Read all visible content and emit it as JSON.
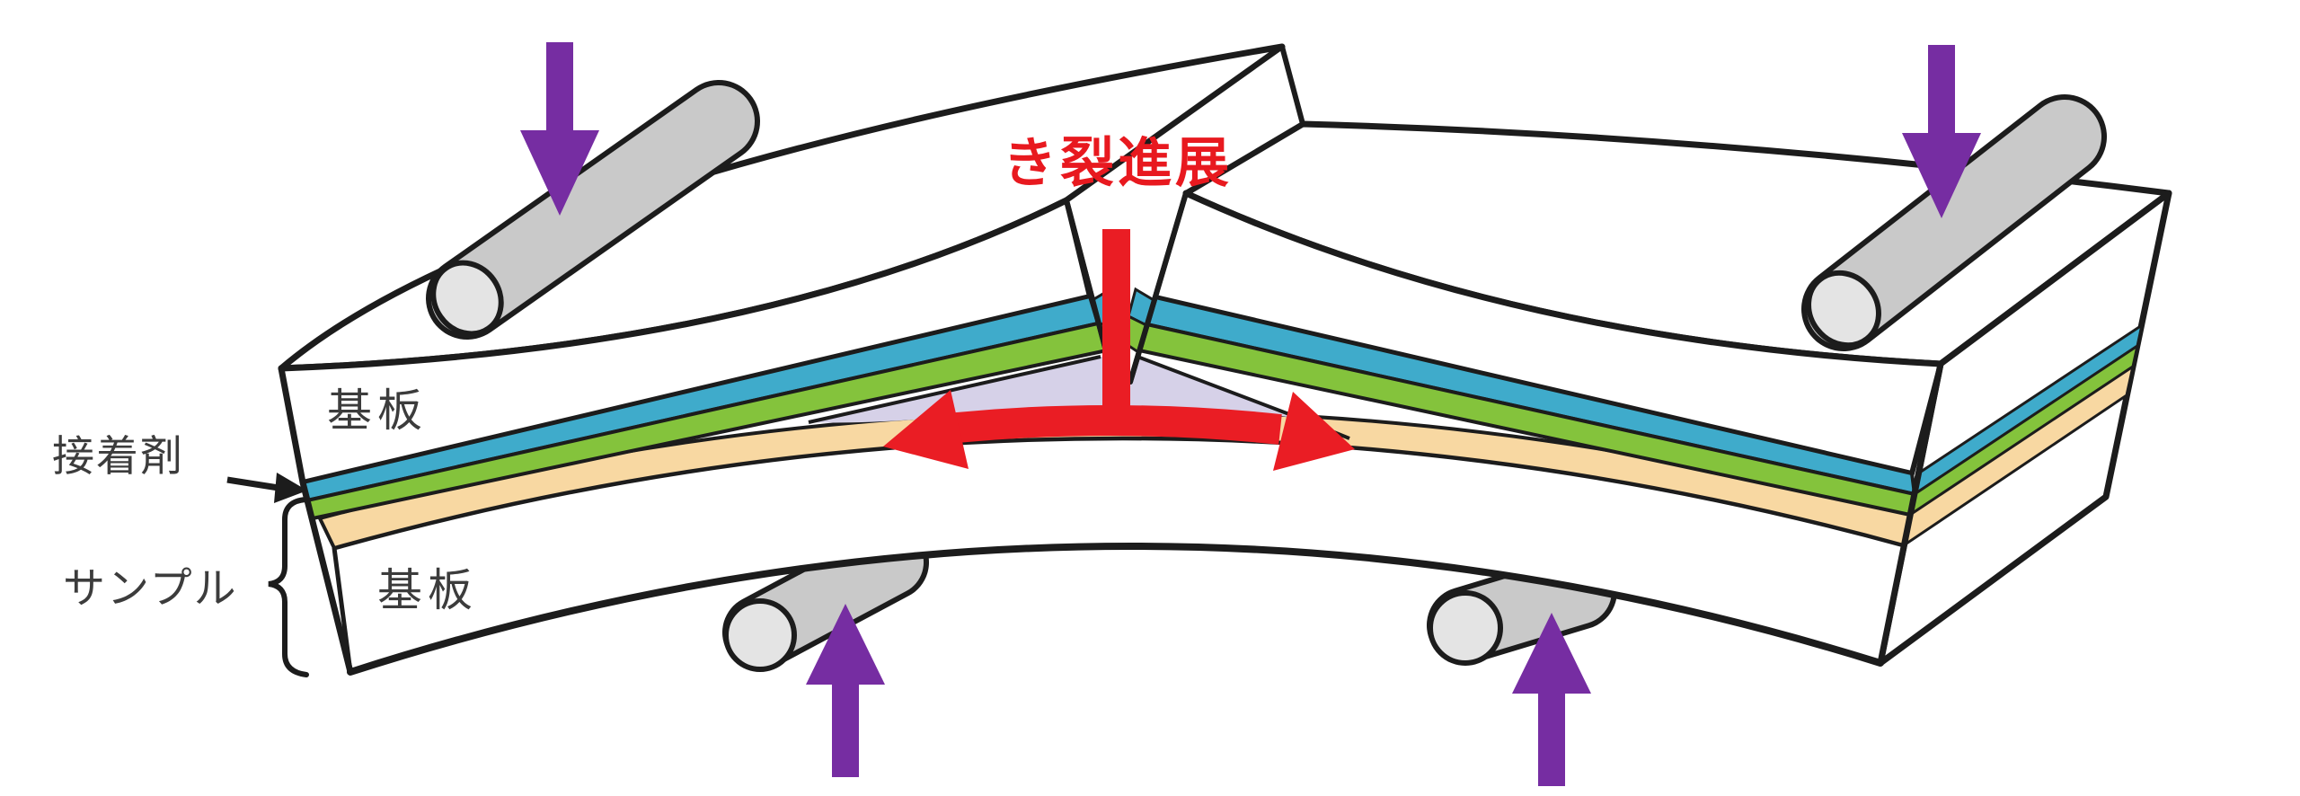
{
  "diagram": {
    "title": "き裂進展",
    "labels": {
      "crack_propagation": "き裂進展",
      "substrate_top": "基板",
      "substrate_bottom": "基板",
      "adhesive": "接着剤",
      "sample": "サンプル"
    },
    "colors": {
      "background": "#ffffff",
      "outline": "#1c1c1c",
      "label_text": "#3c3c3c",
      "crack_text_red": "#e8191f",
      "red_arrow": "#ea1d24",
      "purple_arrow": "#762da2",
      "adhesive_layer_blue": "#3fabcb",
      "film_green": "#84c33c",
      "film_beige": "#f8d8a2",
      "delamination_lavender": "#d6d1e8",
      "roller_body_gray": "#c9c9c9",
      "roller_cap_gray": "#e4e4e4",
      "substrate_white": "#ffffff"
    }
  }
}
